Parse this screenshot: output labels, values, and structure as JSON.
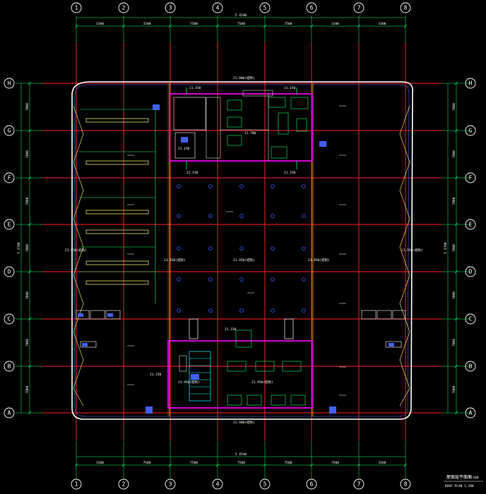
{
  "grid": {
    "columns": [
      "1",
      "2",
      "3",
      "4",
      "5",
      "6",
      "7",
      "8"
    ],
    "rows": [
      "H",
      "G",
      "F",
      "E",
      "D",
      "C",
      "B",
      "A"
    ]
  },
  "dimensions": {
    "top_segments": [
      "1500",
      "1500",
      "7500",
      "7500",
      "7500",
      "1500",
      "1500"
    ],
    "top_total": "5 4540",
    "bottom_segments": [
      "1500",
      "7500",
      "7500",
      "7500",
      "7500",
      "7500",
      "1500"
    ],
    "bottom_total": "5 4540",
    "left_segments": [
      "7800",
      "7800",
      "7800",
      "7800",
      "7800",
      "7800",
      "7800"
    ],
    "left_total": "5 3700",
    "right_segments": [
      "7800",
      "7800",
      "7800",
      "7800",
      "7800",
      "7800",
      "7800"
    ],
    "right_total": "5 3700"
  },
  "labels": {
    "top_edge": "21.900(结构)",
    "bottom_edge": "21.900(结构)",
    "center_left": "21.950(结构)",
    "center_mid": "21.950(结构)",
    "center_right": "21.950(结构)",
    "left_wing": "21.950(结构)",
    "right_wing": "21.950(结构)",
    "core_top_left": "21.150",
    "core_top_right": "21.150",
    "core_top_center": "21.700",
    "core_mid_left": "21.150",
    "core_bottom_left": "21.150",
    "core_bottom_right": "21.150",
    "core_lower_center": "21.150",
    "core_lower_mid": "21.950(结构)",
    "core_lower_left": "21.150",
    "core_lower_stair": "21.950(结构)"
  },
  "title_block": {
    "title": "屋面层平面图",
    "scale": "1:100",
    "subtitle": "ROOF PLAN 1:100"
  },
  "colors": {
    "background": "#000000",
    "grid_line": "#ff2020",
    "green_line": "#00ff66",
    "outline": "#ffffff",
    "core": "#ff00ff",
    "column": "#ffa500",
    "cyan": "#00ffff",
    "blue": "#4060ff",
    "yellow": "#ffff66"
  }
}
